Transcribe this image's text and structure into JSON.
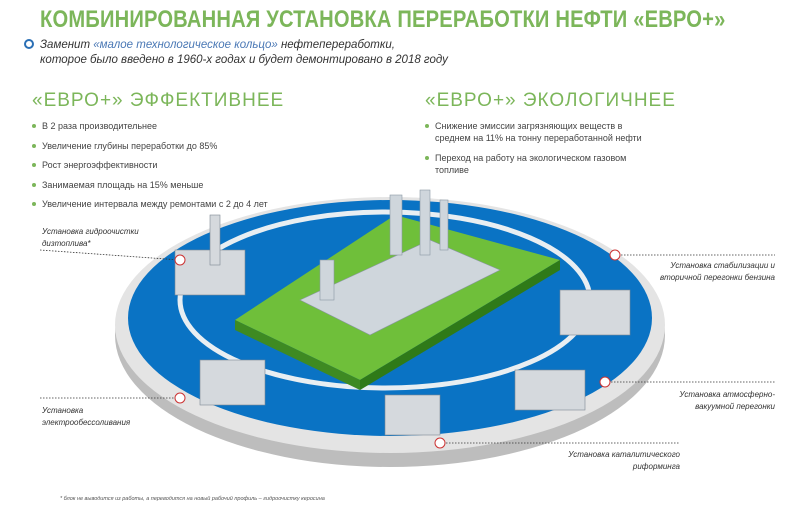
{
  "title": "КОМБИНИРОВАННАЯ УСТАНОВКА ПЕРЕРАБОТКИ НЕФТИ «ЕВРО+»",
  "subtitle": {
    "prefix": "Заменит ",
    "highlight": "«малое технологическое кольцо»",
    "suffix": " нефтепереработки,",
    "line2": "которое было введено в 1960-х годах и будет демонтировано в 2018 году"
  },
  "efficient": {
    "heading": "«ЕВРО+» ЭФФЕКТИВНЕЕ",
    "items": [
      "В 2 раза производительнее",
      "Увеличение глубины переработки до 85%",
      "Рост энергоэффективности",
      "Занимаемая площадь на 15% меньше",
      "Увеличение интервала между ремонтами с 2 до 4 лет"
    ]
  },
  "ecological": {
    "heading": "«ЕВРО+» ЭКОЛОГИЧНЕЕ",
    "items": [
      "Снижение эмиссии загрязняющих веществ в среднем на 11% на тонну переработанной нефти",
      "Переход на работу на экологическом газовом топливе"
    ]
  },
  "labels": {
    "hydro": "Установка гидроочистки дизтоплива*",
    "electro": "Установка электрообессоливания",
    "stab": "Установка стабилизации и вторичной перегонки бензина",
    "avt": "Установка атмосферно-вакуумной перегонки",
    "reform": "Установка каталитического риформинга"
  },
  "footnote": "* блок не выводится из работы, а переводится на новый рабочий профиль – гидроочистку керосина",
  "colors": {
    "green": "#7cb65a",
    "blue": "#0a73c4",
    "rim": "#d8d8d8"
  }
}
